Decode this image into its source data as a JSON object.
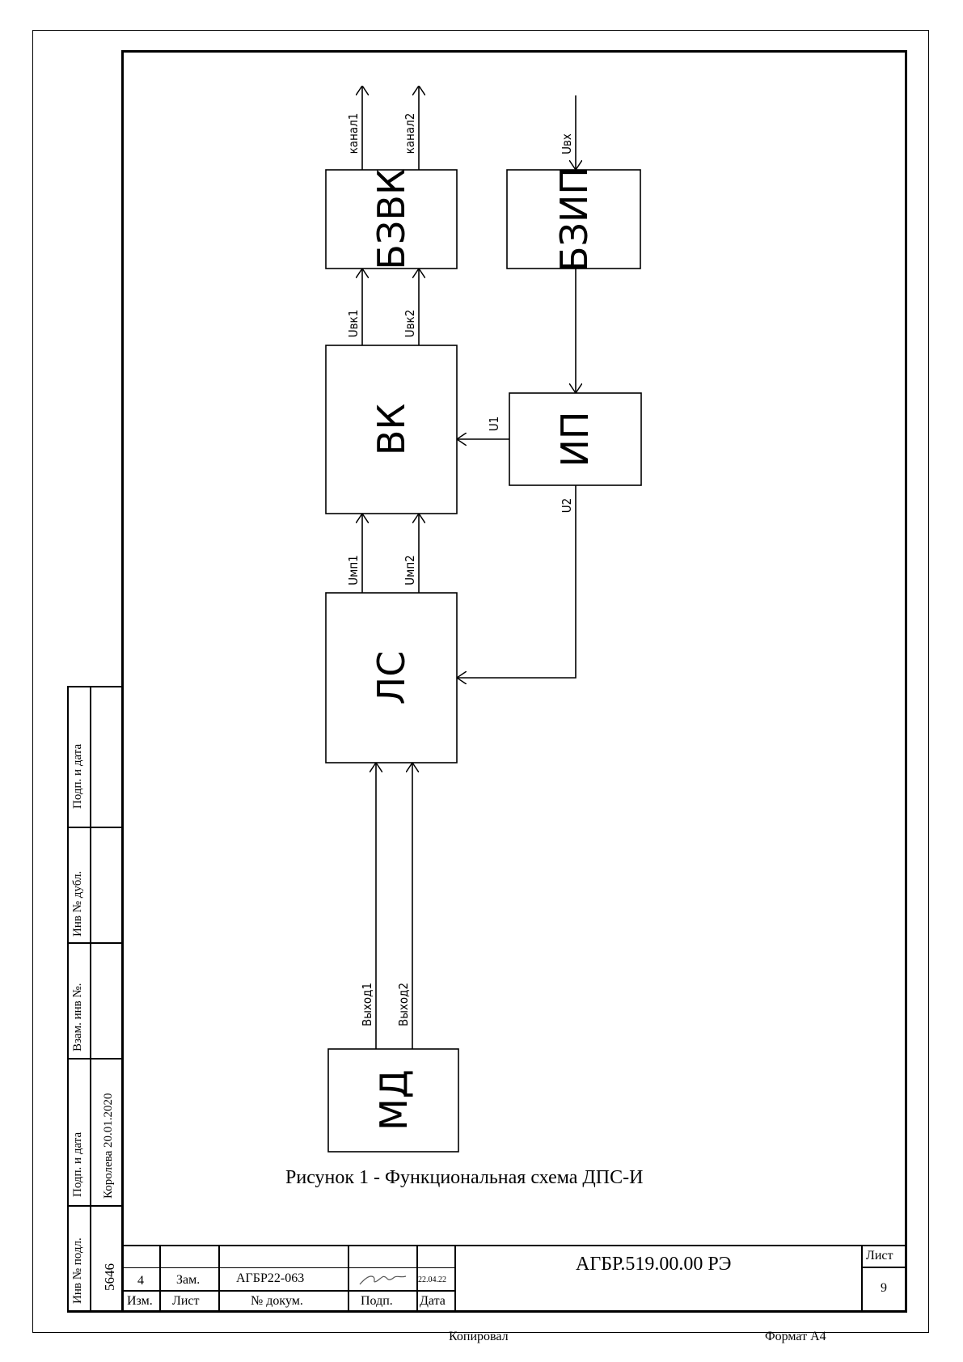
{
  "diagram": {
    "blocks": {
      "bzvk": "БЗВК",
      "bzip": "БЗИП",
      "vk": "ВК",
      "ip": "ИП",
      "ls": "ЛС",
      "md": "МД"
    },
    "signals": {
      "kanal1": "канал1",
      "kanal2": "канал2",
      "ubx": "Uвх",
      "uvk1": "Uвк1",
      "uvk2": "Uвк2",
      "u1": "U1",
      "u2": "U2",
      "umn1": "Uмп1",
      "umn2": "Uмп2",
      "vyhod1": "Выход1",
      "vyhod2": "Выход2"
    }
  },
  "caption": "Рисунок 1 - Функциональная схема ДПС-И",
  "side_stamp": {
    "podp_i_data_top": "Подп. и дата",
    "inv_dubl": "Инв № дубл.",
    "vzam_inv": "Взам. инв №.",
    "podp_i_data_bottom": "Подп. и дата",
    "podp_value": "Королева 20.01.2020",
    "inv_podl": "Инв № подл.",
    "inv_podl_value": "5646"
  },
  "title_block": {
    "izm_value": "4",
    "list_value": "Зам.",
    "doc_value": "АГБР22-063",
    "date_value": "22.04.22",
    "izm_header": "Изм.",
    "list_header": "Лист",
    "doc_header": "№ докум.",
    "podp_header": "Подп.",
    "date_header": "Дата",
    "doc_code": "АГБР.519.00.00 РЭ",
    "sheet_label": "Лист",
    "sheet_number": "9"
  },
  "footer": {
    "copied": "Копировал",
    "format": "Формат А4"
  }
}
